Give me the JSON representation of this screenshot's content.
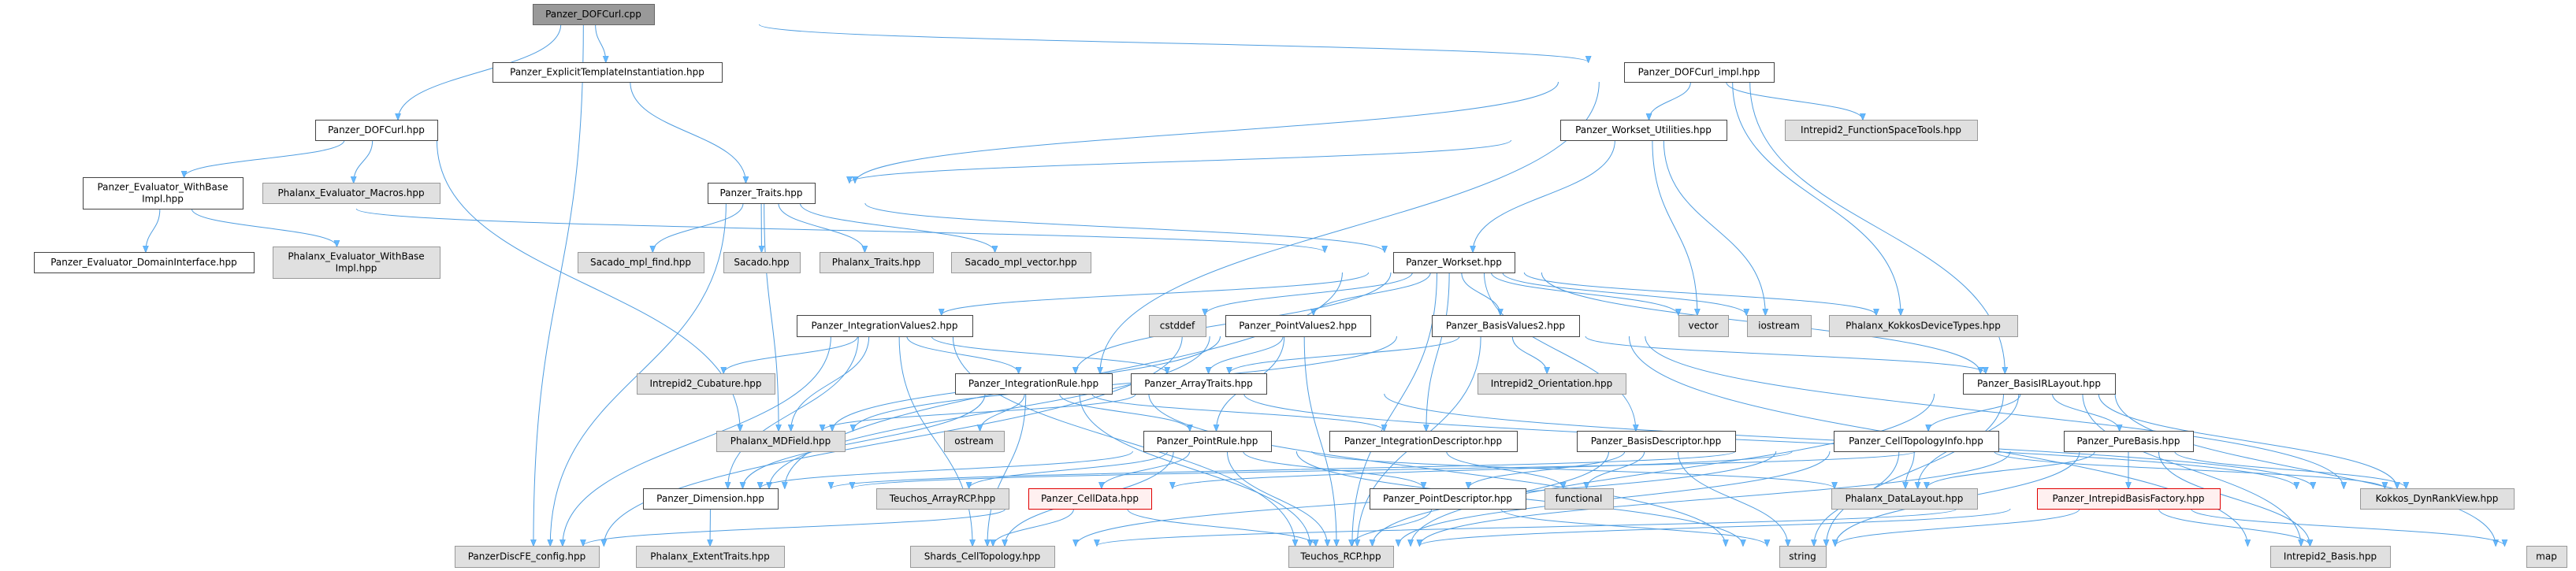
{
  "graph": {
    "title": "Panzer_DOFCurl.cpp include dependency graph",
    "colors": {
      "edge": "#4f9de0",
      "root_fill": "#999999",
      "external_fill": "#e0e0e0",
      "error_border": "#e00000"
    },
    "nodes": {
      "cpp": {
        "label": "Panzer_DOFCurl.cpp",
        "kind": "root"
      },
      "explicit": {
        "label": "Panzer_ExplicitTemplateInstantiation.hpp",
        "kind": "normal"
      },
      "dofcurl_impl": {
        "label": "Panzer_DOFCurl_impl.hpp",
        "kind": "normal"
      },
      "dofcurl_hpp": {
        "label": "Panzer_DOFCurl.hpp",
        "kind": "normal"
      },
      "ws_util": {
        "label": "Panzer_Workset_Utilities.hpp",
        "kind": "normal"
      },
      "i2_fst": {
        "label": "Intrepid2_FunctionSpaceTools.hpp",
        "kind": "ext"
      },
      "base_impl": {
        "label_lines": [
          "Panzer_Evaluator_WithBase",
          "Impl.hpp"
        ],
        "kind": "normal"
      },
      "ev_macros": {
        "label": "Phalanx_Evaluator_Macros.hpp",
        "kind": "ext"
      },
      "traits": {
        "label": "Panzer_Traits.hpp",
        "kind": "normal"
      },
      "domain_if": {
        "label": "Panzer_Evaluator_DomainInterface.hpp",
        "kind": "normal"
      },
      "phx_withbase": {
        "label_lines": [
          "Phalanx_Evaluator_WithBase",
          "Impl.hpp"
        ],
        "kind": "ext"
      },
      "sac_find": {
        "label": "Sacado_mpl_find.hpp",
        "kind": "ext"
      },
      "sacado": {
        "label": "Sacado.hpp",
        "kind": "ext"
      },
      "phx_traits": {
        "label": "Phalanx_Traits.hpp",
        "kind": "ext"
      },
      "sac_vector": {
        "label": "Sacado_mpl_vector.hpp",
        "kind": "ext"
      },
      "workset": {
        "label": "Panzer_Workset.hpp",
        "kind": "normal"
      },
      "iv2": {
        "label": "Panzer_IntegrationValues2.hpp",
        "kind": "normal"
      },
      "cstddef": {
        "label": "cstddef",
        "kind": "ext"
      },
      "pv2": {
        "label": "Panzer_PointValues2.hpp",
        "kind": "normal"
      },
      "bv2": {
        "label": "Panzer_BasisValues2.hpp",
        "kind": "normal"
      },
      "vector": {
        "label": "vector",
        "kind": "ext"
      },
      "iostream": {
        "label": "iostream",
        "kind": "ext"
      },
      "phx_kdt": {
        "label": "Phalanx_KokkosDeviceTypes.hpp",
        "kind": "ext"
      },
      "i2_cub": {
        "label": "Intrepid2_Cubature.hpp",
        "kind": "ext"
      },
      "int_rule": {
        "label": "Panzer_IntegrationRule.hpp",
        "kind": "normal"
      },
      "array_traits": {
        "label": "Panzer_ArrayTraits.hpp",
        "kind": "normal"
      },
      "i2_orient": {
        "label": "Intrepid2_Orientation.hpp",
        "kind": "ext"
      },
      "birl": {
        "label": "Panzer_BasisIRLayout.hpp",
        "kind": "normal"
      },
      "mdfield": {
        "label": "Phalanx_MDField.hpp",
        "kind": "ext"
      },
      "ostream": {
        "label": "ostream",
        "kind": "ext"
      },
      "point_rule": {
        "label": "Panzer_PointRule.hpp",
        "kind": "normal"
      },
      "int_desc": {
        "label": "Panzer_IntegrationDescriptor.hpp",
        "kind": "normal"
      },
      "basis_desc": {
        "label": "Panzer_BasisDescriptor.hpp",
        "kind": "normal"
      },
      "cti": {
        "label": "Panzer_CellTopologyInfo.hpp",
        "kind": "normal"
      },
      "pure_basis": {
        "label": "Panzer_PureBasis.hpp",
        "kind": "normal"
      },
      "dimension": {
        "label": "Panzer_Dimension.hpp",
        "kind": "normal"
      },
      "arrayrcp": {
        "label": "Teuchos_ArrayRCP.hpp",
        "kind": "ext"
      },
      "celldata": {
        "label": "Panzer_CellData.hpp",
        "kind": "red"
      },
      "point_desc": {
        "label": "Panzer_PointDescriptor.hpp",
        "kind": "normal"
      },
      "functional": {
        "label": "functional",
        "kind": "ext"
      },
      "datalayout": {
        "label": "Phalanx_DataLayout.hpp",
        "kind": "ext"
      },
      "ibf": {
        "label": "Panzer_IntrepidBasisFactory.hpp",
        "kind": "red"
      },
      "drv": {
        "label": "Kokkos_DynRankView.hpp",
        "kind": "ext"
      },
      "config": {
        "label": "PanzerDiscFE_config.hpp",
        "kind": "ext"
      },
      "extent": {
        "label": "Phalanx_ExtentTraits.hpp",
        "kind": "ext"
      },
      "shards": {
        "label": "Shards_CellTopology.hpp",
        "kind": "ext"
      },
      "rcp": {
        "label": "Teuchos_RCP.hpp",
        "kind": "ext"
      },
      "string": {
        "label": "string",
        "kind": "ext"
      },
      "i2_basis": {
        "label": "Intrepid2_Basis.hpp",
        "kind": "ext"
      },
      "map": {
        "label": "map",
        "kind": "ext"
      }
    },
    "edges": [
      [
        "cpp",
        "explicit"
      ],
      [
        "cpp",
        "dofcurl_hpp"
      ],
      [
        "cpp",
        "dofcurl_impl"
      ],
      [
        "cpp",
        "config"
      ],
      [
        "explicit",
        "traits"
      ],
      [
        "dofcurl_hpp",
        "base_impl"
      ],
      [
        "dofcurl_hpp",
        "ev_macros"
      ],
      [
        "dofcurl_hpp",
        "mdfield"
      ],
      [
        "base_impl",
        "domain_if"
      ],
      [
        "base_impl",
        "phx_withbase"
      ],
      [
        "base_impl",
        "workset"
      ],
      [
        "dofcurl_impl",
        "ws_util"
      ],
      [
        "dofcurl_impl",
        "i2_fst"
      ],
      [
        "dofcurl_impl",
        "birl"
      ],
      [
        "dofcurl_impl",
        "int_rule"
      ],
      [
        "dofcurl_impl",
        "phx_kdt"
      ],
      [
        "dofcurl_impl",
        "traits"
      ],
      [
        "ws_util",
        "traits"
      ],
      [
        "ws_util",
        "workset"
      ],
      [
        "ws_util",
        "vector"
      ],
      [
        "ws_util",
        "iostream"
      ],
      [
        "traits",
        "sac_find"
      ],
      [
        "traits",
        "sacado"
      ],
      [
        "traits",
        "phx_traits"
      ],
      [
        "traits",
        "sac_vector"
      ],
      [
        "traits",
        "workset"
      ],
      [
        "traits",
        "config"
      ],
      [
        "traits",
        "mdfield"
      ],
      [
        "workset",
        "iv2"
      ],
      [
        "workset",
        "pv2"
      ],
      [
        "workset",
        "bv2"
      ],
      [
        "workset",
        "cstddef"
      ],
      [
        "workset",
        "vector"
      ],
      [
        "workset",
        "iostream"
      ],
      [
        "workset",
        "phx_kdt"
      ],
      [
        "workset",
        "int_desc"
      ],
      [
        "workset",
        "basis_desc"
      ],
      [
        "workset",
        "dimension"
      ],
      [
        "workset",
        "rcp"
      ],
      [
        "workset",
        "birl"
      ],
      [
        "workset",
        "int_rule"
      ],
      [
        "iv2",
        "i2_cub"
      ],
      [
        "iv2",
        "int_rule"
      ],
      [
        "iv2",
        "array_traits"
      ],
      [
        "iv2",
        "mdfield"
      ],
      [
        "iv2",
        "dimension"
      ],
      [
        "iv2",
        "rcp"
      ],
      [
        "iv2",
        "config"
      ],
      [
        "iv2",
        "shards"
      ],
      [
        "pv2",
        "array_traits"
      ],
      [
        "pv2",
        "point_rule"
      ],
      [
        "pv2",
        "rcp"
      ],
      [
        "pv2",
        "dimension"
      ],
      [
        "pv2",
        "config"
      ],
      [
        "pv2",
        "mdfield"
      ],
      [
        "bv2",
        "array_traits"
      ],
      [
        "bv2",
        "i2_orient"
      ],
      [
        "bv2",
        "birl"
      ],
      [
        "bv2",
        "rcp"
      ],
      [
        "bv2",
        "drv"
      ],
      [
        "bv2",
        "i2_basis"
      ],
      [
        "bv2",
        "mdfield"
      ],
      [
        "int_rule",
        "ostream"
      ],
      [
        "int_rule",
        "point_rule"
      ],
      [
        "int_rule",
        "int_desc"
      ],
      [
        "int_rule",
        "rcp"
      ],
      [
        "int_rule",
        "shards"
      ],
      [
        "int_rule",
        "dimension"
      ],
      [
        "int_rule",
        "string"
      ],
      [
        "int_rule",
        "drv"
      ],
      [
        "array_traits",
        "mdfield"
      ],
      [
        "array_traits",
        "drv"
      ],
      [
        "point_rule",
        "dimension"
      ],
      [
        "point_rule",
        "arrayrcp"
      ],
      [
        "point_rule",
        "point_desc"
      ],
      [
        "point_rule",
        "datalayout"
      ],
      [
        "point_rule",
        "shards"
      ],
      [
        "point_rule",
        "rcp"
      ],
      [
        "point_rule",
        "string"
      ],
      [
        "point_rule",
        "celldata"
      ],
      [
        "int_desc",
        "functional"
      ],
      [
        "basis_desc",
        "point_desc"
      ],
      [
        "basis_desc",
        "functional"
      ],
      [
        "basis_desc",
        "string"
      ],
      [
        "basis_desc",
        "rcp"
      ],
      [
        "cti",
        "dimension"
      ],
      [
        "cti",
        "datalayout"
      ],
      [
        "cti",
        "rcp"
      ],
      [
        "cti",
        "string"
      ],
      [
        "cti",
        "drv"
      ],
      [
        "cti",
        "shards"
      ],
      [
        "cti",
        "celldata"
      ],
      [
        "pure_basis",
        "datalayout"
      ],
      [
        "pure_basis",
        "ibf"
      ],
      [
        "pure_basis",
        "i2_basis"
      ],
      [
        "pure_basis",
        "drv"
      ],
      [
        "pure_basis",
        "rcp"
      ],
      [
        "pure_basis",
        "string"
      ],
      [
        "pure_basis",
        "dimension"
      ],
      [
        "birl",
        "cti"
      ],
      [
        "birl",
        "pure_basis"
      ],
      [
        "birl",
        "datalayout"
      ],
      [
        "birl",
        "rcp"
      ],
      [
        "birl",
        "drv"
      ],
      [
        "birl",
        "i2_basis"
      ],
      [
        "birl",
        "string"
      ],
      [
        "birl",
        "map"
      ],
      [
        "celldata",
        "shards"
      ],
      [
        "celldata",
        "rcp"
      ],
      [
        "celldata",
        "config"
      ],
      [
        "point_desc",
        "rcp"
      ],
      [
        "point_desc",
        "string"
      ],
      [
        "ibf",
        "i2_basis"
      ],
      [
        "ibf",
        "map"
      ],
      [
        "ibf",
        "rcp"
      ],
      [
        "ibf",
        "string"
      ],
      [
        "ibf",
        "shards"
      ],
      [
        "dimension",
        "extent"
      ]
    ]
  }
}
